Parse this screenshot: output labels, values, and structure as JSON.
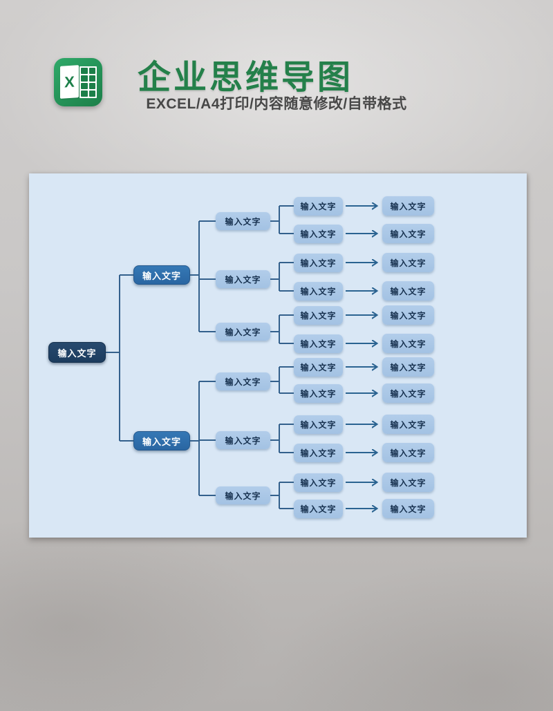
{
  "header": {
    "icon_letter": "X",
    "title": "企业思维导图",
    "subtitle": "EXCEL/A4打印/内容随意修改/自带格式"
  },
  "colors": {
    "title_green": "#24804a",
    "subtitle_color": "#474747",
    "icon_green_light": "#2fa969",
    "icon_green_dark": "#1c7f49",
    "panel_bg": "#d9e7f5",
    "root_fill": "#1e4265",
    "l2_fill": "#2e70ad",
    "child_fill": "#a3c2e3",
    "child_text": "#16304e",
    "line": "#33608c",
    "arrow": "#2a6391"
  },
  "mindmap": {
    "root": {
      "label": "输入文字",
      "children": [
        {
          "label": "输入文字",
          "children": [
            {
              "label": "输入文字",
              "children": [
                {
                  "label": "输入文字",
                  "arrow_to": {
                    "label": "输入文字"
                  }
                },
                {
                  "label": "输入文字",
                  "arrow_to": {
                    "label": "输入文字"
                  }
                }
              ]
            },
            {
              "label": "输入文字",
              "children": [
                {
                  "label": "输入文字",
                  "arrow_to": {
                    "label": "输入文字"
                  }
                },
                {
                  "label": "输入文字",
                  "arrow_to": {
                    "label": "输入文字"
                  }
                }
              ]
            },
            {
              "label": "输入文字",
              "children": [
                {
                  "label": "输入文字",
                  "arrow_to": {
                    "label": "输入文字"
                  }
                },
                {
                  "label": "输入文字",
                  "arrow_to": {
                    "label": "输入文字"
                  }
                }
              ]
            }
          ]
        },
        {
          "label": "输入文字",
          "children": [
            {
              "label": "输入文字",
              "children": [
                {
                  "label": "输入文字",
                  "arrow_to": {
                    "label": "输入文字"
                  }
                },
                {
                  "label": "输入文字",
                  "arrow_to": {
                    "label": "输入文字"
                  }
                }
              ]
            },
            {
              "label": "输入文字",
              "children": [
                {
                  "label": "输入文字",
                  "arrow_to": {
                    "label": "输入文字"
                  }
                },
                {
                  "label": "输入文字",
                  "arrow_to": {
                    "label": "输入文字"
                  }
                }
              ]
            },
            {
              "label": "输入文字",
              "children": [
                {
                  "label": "输入文字",
                  "arrow_to": {
                    "label": "输入文字"
                  }
                },
                {
                  "label": "输入文字",
                  "arrow_to": {
                    "label": "输入文字"
                  }
                }
              ]
            }
          ]
        }
      ]
    }
  }
}
